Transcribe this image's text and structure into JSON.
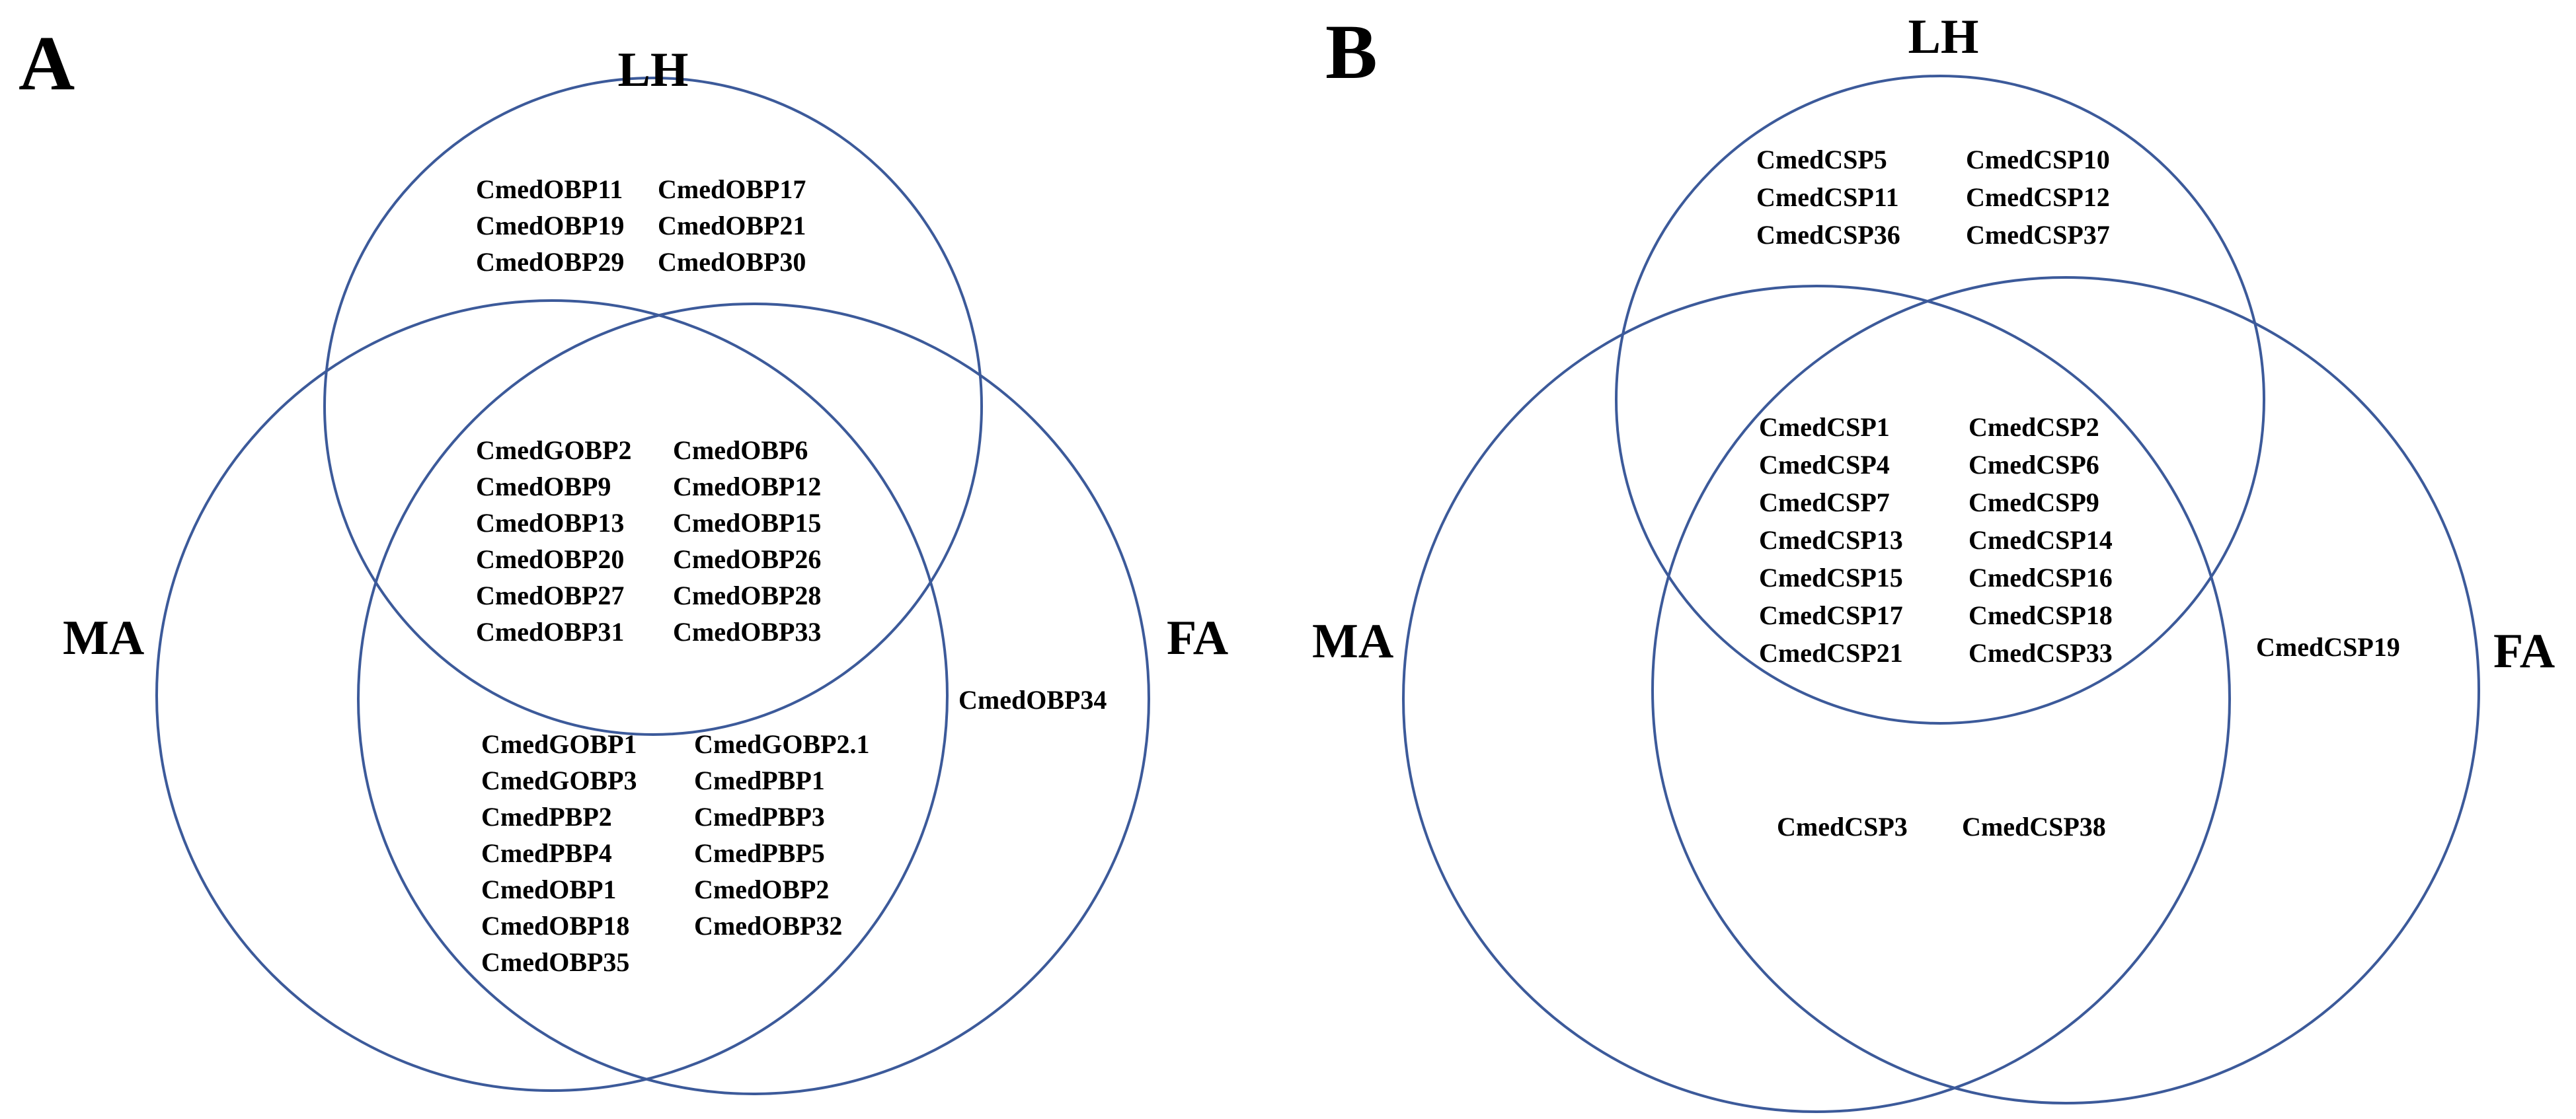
{
  "panels": [
    {
      "label": "A",
      "sets": {
        "top": "LH",
        "left": "MA",
        "right": "FA"
      },
      "regions": {
        "lh_only": [
          "CmedOBP11",
          "CmedOBP17",
          "CmedOBP19",
          "CmedOBP21",
          "CmedOBP29",
          "CmedOBP30"
        ],
        "all_three": [
          "CmedGOBP2",
          "CmedOBP6",
          "CmedOBP9",
          "CmedOBP12",
          "CmedOBP13",
          "CmedOBP15",
          "CmedOBP20",
          "CmedOBP26",
          "CmedOBP27",
          "CmedOBP28",
          "CmedOBP31",
          "CmedOBP33"
        ],
        "ma_fa": [
          "CmedGOBP1",
          "CmedGOBP2.1",
          "CmedGOBP3",
          "CmedPBP1",
          "CmedPBP2",
          "CmedPBP3",
          "CmedPBP4",
          "CmedPBP5",
          "CmedOBP1",
          "CmedOBP2",
          "CmedOBP18",
          "CmedOBP32",
          "CmedOBP35"
        ],
        "fa_only": [
          "CmedOBP34"
        ]
      }
    },
    {
      "label": "B",
      "sets": {
        "top": "LH",
        "left": "MA",
        "right": "FA"
      },
      "regions": {
        "lh_only": [
          "CmedCSP5",
          "CmedCSP10",
          "CmedCSP11",
          "CmedCSP12",
          "CmedCSP36",
          "CmedCSP37"
        ],
        "all_three": [
          "CmedCSP1",
          "CmedCSP2",
          "CmedCSP4",
          "CmedCSP6",
          "CmedCSP7",
          "CmedCSP9",
          "CmedCSP13",
          "CmedCSP14",
          "CmedCSP15",
          "CmedCSP16",
          "CmedCSP17",
          "CmedCSP18",
          "CmedCSP21",
          "CmedCSP33"
        ],
        "ma_fa": [
          "CmedCSP3",
          "CmedCSP38"
        ],
        "fa_only": [
          "CmedCSP19"
        ]
      }
    }
  ],
  "colors": {
    "circle_stroke": "#3c5a9a",
    "text": "#000000"
  }
}
